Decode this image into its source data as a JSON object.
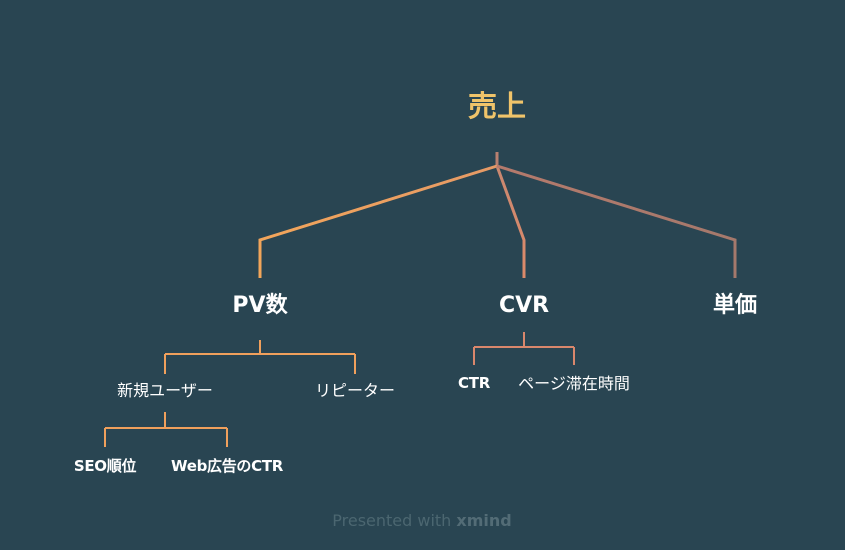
{
  "mindmap": {
    "root": "売上",
    "branches": [
      {
        "label": "PV数",
        "children": [
          {
            "label": "新規ユーザー",
            "children": [
              "SEO順位",
              "Web広告のCTR"
            ]
          },
          {
            "label": "リピーター"
          }
        ]
      },
      {
        "label": "CVR",
        "children": [
          {
            "label": "CTR"
          },
          {
            "label": "ページ滞在時間"
          }
        ]
      },
      {
        "label": "単価"
      }
    ]
  },
  "footer": {
    "prefix": "Presented with",
    "brand": "xmind"
  },
  "colors": {
    "background": "#294552",
    "root_text": "#f0c46a",
    "branch_pv": "#f0a05c",
    "branch_cvr": "#d9876c",
    "branch_price": "#a97a6c"
  }
}
